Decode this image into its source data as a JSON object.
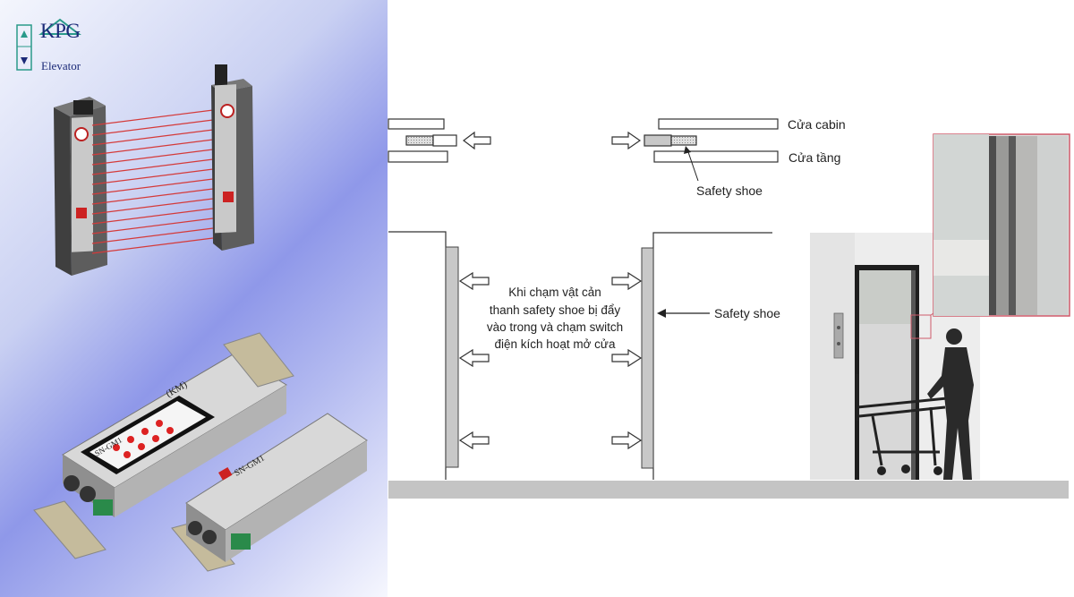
{
  "brand": {
    "name": "KPG",
    "sub": "Elevator"
  },
  "diagram": {
    "label_cabin_door": "Cửa cabin",
    "label_landing_door": "Cửa tầng",
    "label_safety_shoe_top": "Safety shoe",
    "label_safety_shoe_side": "Safety shoe",
    "explanation": [
      "Khi chạm vật cản",
      "thanh safety shoe bị đẩy",
      "vào trong và chạm switch",
      "điện kích hoạt mở cửa"
    ]
  },
  "products": {
    "controller_label": "(KM)",
    "model_label": "SN-GM1",
    "model_label_2": "SN-GM1"
  }
}
